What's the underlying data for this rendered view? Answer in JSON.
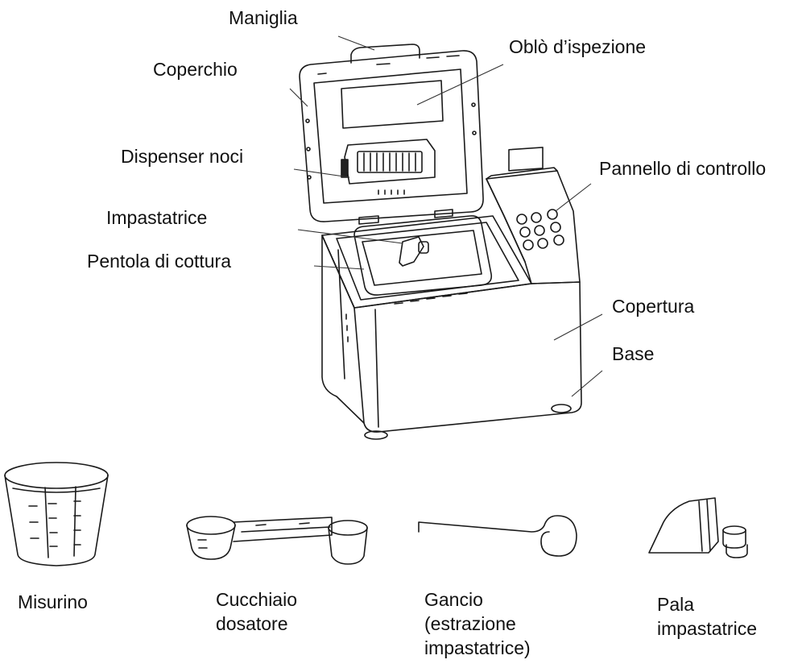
{
  "labels": {
    "maniglia": "Maniglia",
    "coperchio": "Coperchio",
    "oblo": "Oblò d’ispezione",
    "dispenser": "Dispenser noci",
    "pannello": "Pannello di controllo",
    "impastatrice": "Impastatrice",
    "pentola": "Pentola di cottura",
    "copertura": "Copertura",
    "base": "Base"
  },
  "accessories": {
    "misurino": "Misurino",
    "cucchiaio_line1": "Cucchiaio",
    "cucchiaio_line2": "dosatore",
    "gancio_line1": "Gancio",
    "gancio_line2": "(estrazione",
    "gancio_line3": "impastatrice)",
    "pala_line1": "Pala",
    "pala_line2": "impastatrice"
  }
}
